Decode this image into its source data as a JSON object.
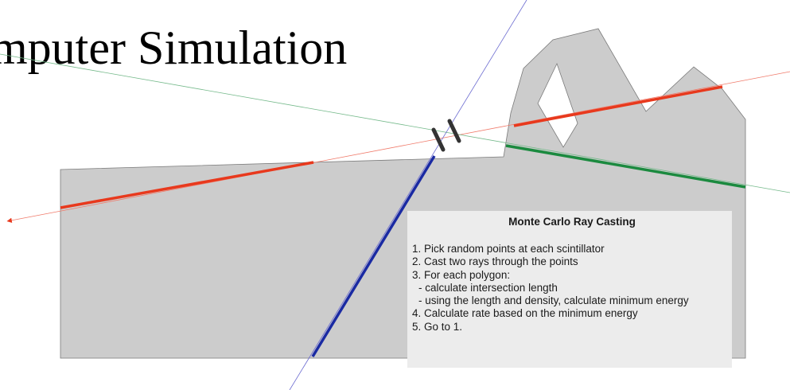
{
  "slide": {
    "title": "mputer Simulation"
  },
  "info_box": {
    "title": "Monte Carlo Ray Casting",
    "steps": [
      {
        "text": "1. Pick random points at each scintillator",
        "level": 0
      },
      {
        "text": "2. Cast two rays through the points",
        "level": 0
      },
      {
        "text": "3. For each polygon:",
        "level": 0
      },
      {
        "text": "- calculate intersection length",
        "level": 1
      },
      {
        "text": "- using the length and density, calculate minimum energy",
        "level": 1
      },
      {
        "text": "4. Calculate rate based on the minimum energy",
        "level": 0
      },
      {
        "text": "5. Go to 1.",
        "level": 0
      }
    ]
  },
  "colors": {
    "terrain_fill": "#cccccc",
    "terrain_stroke": "#7a7a7a",
    "ray_red": "#e8391d",
    "ray_green": "#1b8a3f",
    "ray_blue": "#1a2aa3",
    "ray_red_thin": "#f07a6a",
    "ray_green_thin": "#74b98a",
    "ray_blue_thin": "#6a6ad0",
    "scintillator": "#333333",
    "box_bg": "#ececec"
  }
}
